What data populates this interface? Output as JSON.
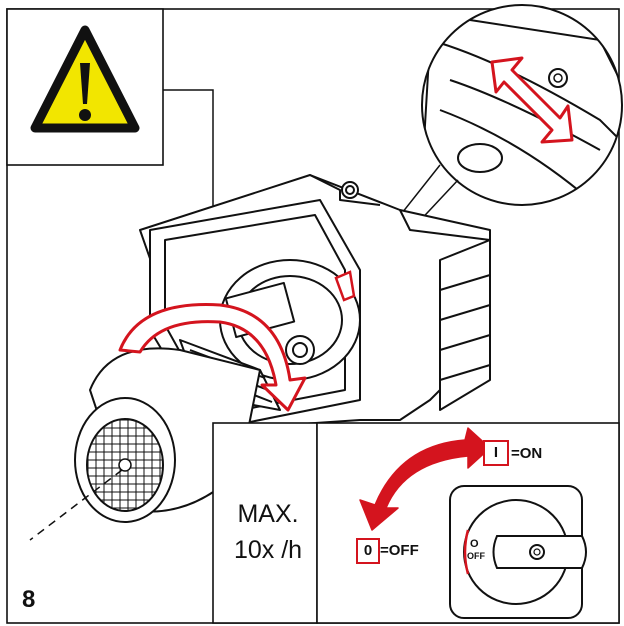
{
  "figure": {
    "number": "8",
    "max_label": "MAX.",
    "rate_label": "10x /h"
  },
  "switch": {
    "on_symbol": "I",
    "on_label": "=ON",
    "off_symbol": "0",
    "off_label": "=OFF",
    "dial_o": "O",
    "dial_off": "OFF"
  },
  "colors": {
    "warning_yellow": "#f2e600",
    "accent_red": "#d4141e",
    "line": "#111111"
  },
  "icons": {
    "warning": "warning-triangle-icon",
    "rotation": "curved-arrow-icon",
    "switch": "rotary-switch-icon"
  }
}
